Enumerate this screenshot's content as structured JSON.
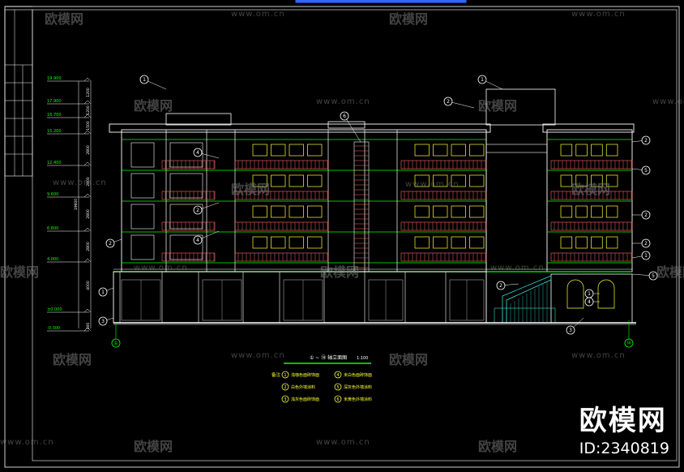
{
  "drawing": {
    "elevation_marks": [
      "19.900",
      "17.900",
      "16.700",
      "15.200",
      "12.400",
      "9.600",
      "6.800",
      "4.000",
      "±0.000",
      "-0.300"
    ],
    "dimensions": [
      "1200",
      "1200",
      "1500",
      "2800",
      "2800",
      "2800",
      "2800",
      "4000",
      "300",
      "19600"
    ],
    "axis_start": "①",
    "axis_end": "⑭",
    "title": "① ~ ⑭ 轴立面图",
    "scale": "1:100",
    "notes_label": "备注",
    "legend": [
      {
        "num": "1",
        "text": "浅咖色面砖饰面"
      },
      {
        "num": "2",
        "text": "白色外墙涂料"
      },
      {
        "num": "3",
        "text": "浅灰色面砖饰面"
      },
      {
        "num": "4",
        "text": "米白色面砖饰面"
      },
      {
        "num": "5",
        "text": "深灰色外墙涂料"
      },
      {
        "num": "6",
        "text": "米黄色外墙涂料"
      }
    ]
  },
  "watermark": {
    "brand": "欧模网",
    "url": "www.om.cn",
    "id": "ID:2340819"
  }
}
